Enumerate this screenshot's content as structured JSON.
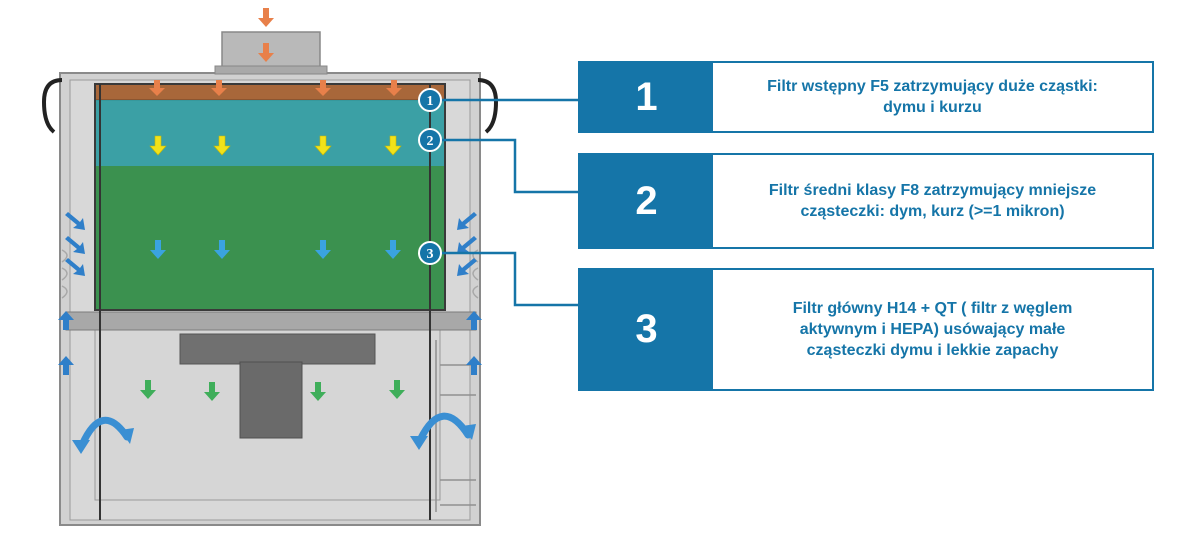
{
  "colors": {
    "accent": "#1575a8",
    "prefilter": "#a8673a",
    "filter_f8": "#2a9aa0",
    "filter_hepa": "#2e8b43",
    "arrow_orange": "#e8804a",
    "arrow_yellow": "#f2e21a",
    "arrow_blue": "#3aa3e0",
    "arrow_green": "#3fae5a",
    "housing": "#c9c9c9"
  },
  "markers": [
    {
      "label": "1"
    },
    {
      "label": "2"
    },
    {
      "label": "3"
    }
  ],
  "callouts": [
    {
      "number": "1",
      "lines": [
        "Filtr wstępny F5 zatrzymujący duże cząstki:",
        "dymu i kurzu"
      ]
    },
    {
      "number": "2",
      "lines": [
        "Filtr średni klasy F8 zatrzymujący mniejsze",
        "cząsteczki: dym, kurz (>=1 mikron)"
      ]
    },
    {
      "number": "3",
      "lines": [
        "Filtr główny H14 + QT ( filtr z węglem",
        "aktywnym i HEPA) usówający małe",
        "cząsteczki dymu i lekkie zapachy"
      ]
    }
  ]
}
